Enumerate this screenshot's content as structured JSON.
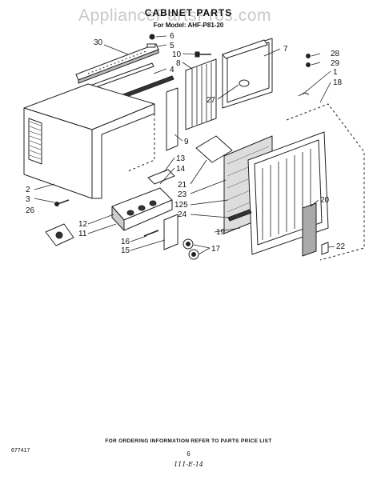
{
  "watermark": "AppliancePartsPros.com",
  "title": "CABINET PARTS",
  "model": "For Model: AHF-P81-20",
  "callouts": [
    {
      "id": "30",
      "text": "30"
    },
    {
      "id": "6",
      "text": "6"
    },
    {
      "id": "5",
      "text": "5"
    },
    {
      "id": "4",
      "text": "4"
    },
    {
      "id": "10",
      "text": "10"
    },
    {
      "id": "8",
      "text": "8"
    },
    {
      "id": "7",
      "text": "7"
    },
    {
      "id": "28",
      "text": "28"
    },
    {
      "id": "29",
      "text": "29"
    },
    {
      "id": "1",
      "text": "1"
    },
    {
      "id": "18",
      "text": "18"
    },
    {
      "id": "27",
      "text": "27"
    },
    {
      "id": "9",
      "text": "9"
    },
    {
      "id": "13",
      "text": "13"
    },
    {
      "id": "14",
      "text": "14"
    },
    {
      "id": "2",
      "text": "2"
    },
    {
      "id": "3",
      "text": "3"
    },
    {
      "id": "26",
      "text": "26"
    },
    {
      "id": "21",
      "text": "21"
    },
    {
      "id": "23",
      "text": "23"
    },
    {
      "id": "125",
      "text": "125"
    },
    {
      "id": "24",
      "text": "24"
    },
    {
      "id": "20",
      "text": "20"
    },
    {
      "id": "12",
      "text": "12"
    },
    {
      "id": "11",
      "text": "11"
    },
    {
      "id": "19",
      "text": "19"
    },
    {
      "id": "16",
      "text": "16"
    },
    {
      "id": "15",
      "text": "15"
    },
    {
      "id": "17",
      "text": "17"
    },
    {
      "id": "22",
      "text": "22"
    }
  ],
  "footer_note": "FOR ORDERING INFORMATION REFER TO PARTS PRICE LIST",
  "doc_number": "677417",
  "page_number": "6",
  "handwritten_date": "111-E-14"
}
